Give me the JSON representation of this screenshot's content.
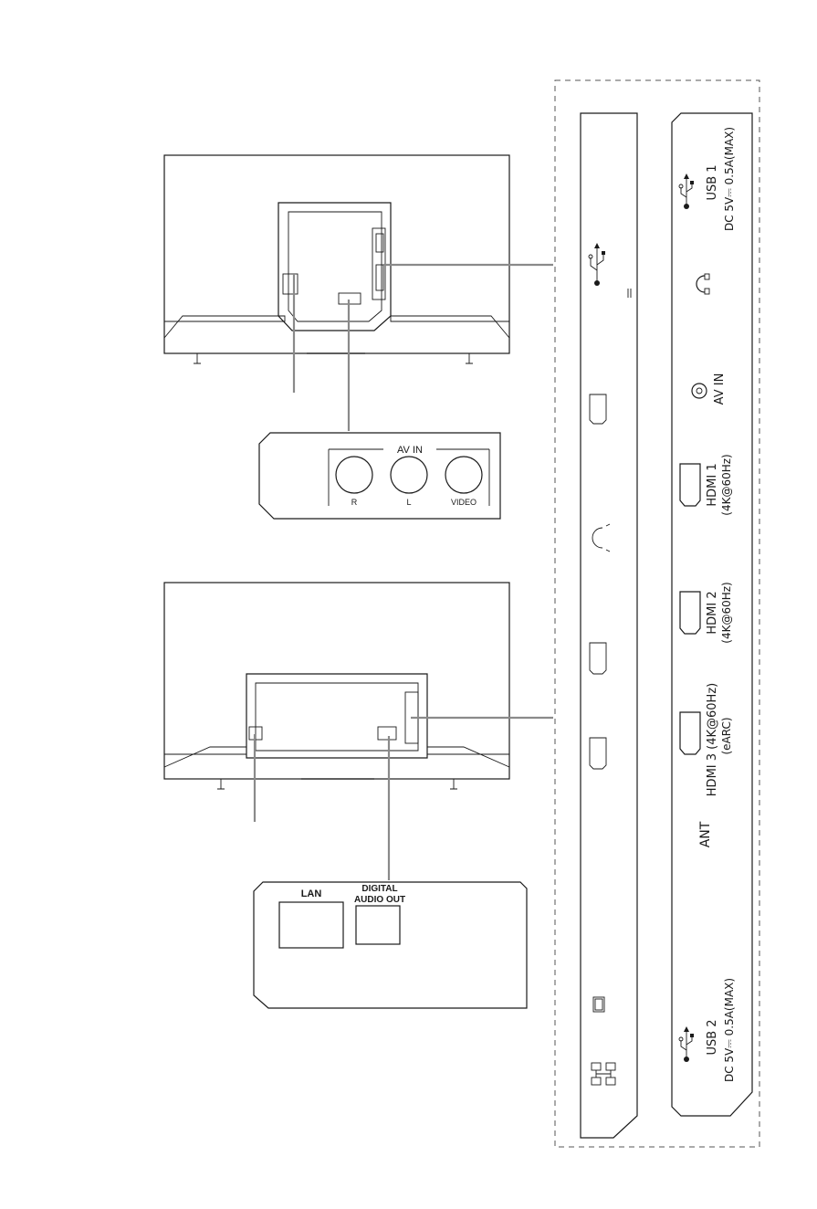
{
  "av_callout": {
    "title": "AV IN",
    "jacks": [
      "R",
      "L",
      "VIDEO"
    ]
  },
  "lan_callout": {
    "lan": "LAN",
    "digital_line1": "DIGITAL",
    "digital_line2": "AUDIO OUT"
  },
  "port_panel": {
    "usb1_name": "USB 1",
    "usb1_rating": "DC 5V⎓ 0.5A(MAX)",
    "av_in": "AV IN",
    "hdmi1_name": "HDMI 1",
    "hdmi1_spec": "(4K@60Hz)",
    "hdmi2_name": "HDMI 2",
    "hdmi2_spec": "(4K@60Hz)",
    "hdmi3_name": "HDMI 3 (4K@60Hz)",
    "hdmi3_spec": "(eARC)",
    "ant": "ANT",
    "usb2_name": "USB 2",
    "usb2_rating": "DC 5V⎓ 0.5A(MAX)"
  },
  "icons": [
    "usb-icon",
    "headphone-icon",
    "hdmi-icon",
    "optical-icon",
    "lan-icon",
    "av-jack-icon"
  ],
  "colors": {
    "line": "#1a1a1a",
    "leader": "#8a8a8a",
    "background": "#ffffff"
  }
}
